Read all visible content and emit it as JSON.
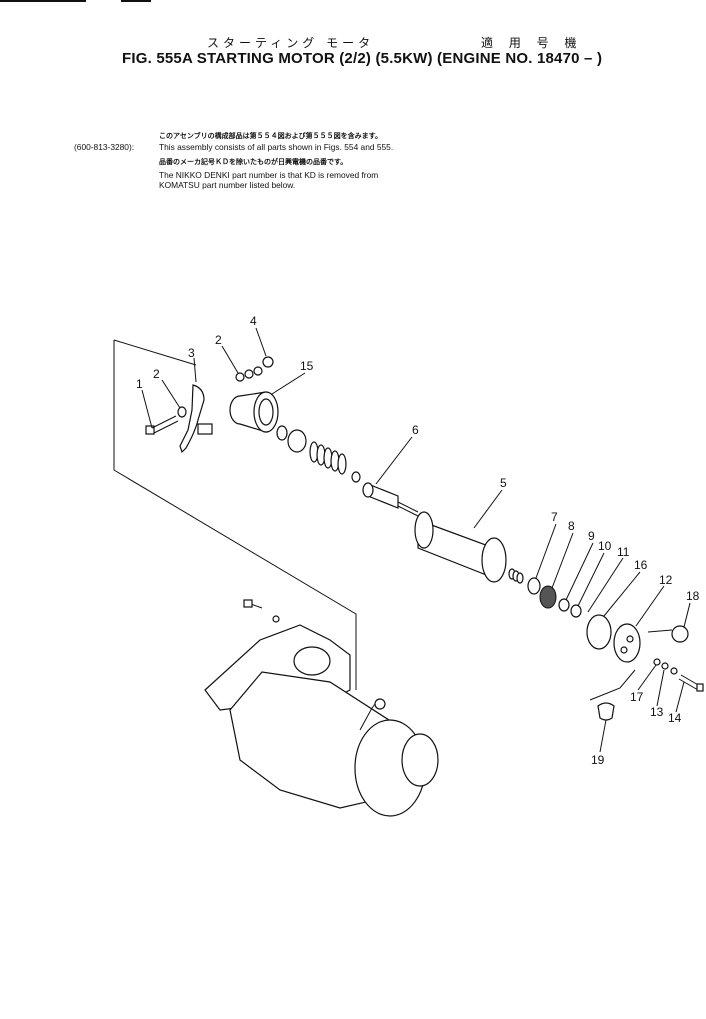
{
  "header": {
    "title_jp": "スターティング モータ",
    "applicable_jp": "適 用 号 機",
    "figure_title": "FIG. 555A  STARTING MOTOR (2/2) (5.5KW) (ENGINE NO. 18470 – )"
  },
  "notes": {
    "part_number": "(600-813-3280):",
    "line1_jp": "このアセンブリの構成部品は第５５４図および第５５５図を含みます。",
    "line1": "This assembly consists of all parts shown in Figs. 554 and 555.",
    "line2_jp": "品番のメーカ記号ＫＤを除いたものが日興電機の品番です。",
    "line3": "The NIKKO DENKI part number is that KD is removed from",
    "line4": "KOMATSU part number listed below."
  },
  "callouts": [
    "1",
    "2",
    "2",
    "3",
    "4",
    "5",
    "6",
    "7",
    "8",
    "9",
    "10",
    "11",
    "12",
    "13",
    "14",
    "15",
    "16",
    "17",
    "18",
    "19"
  ]
}
